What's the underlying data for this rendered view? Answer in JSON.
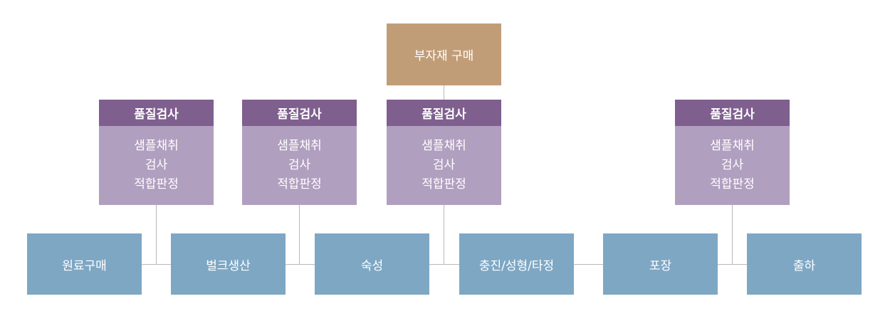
{
  "purchase": {
    "label": "부자재 구매"
  },
  "qc_title": "품질검사",
  "qc_lines": [
    "샘플채취",
    "검사",
    "적합판정"
  ],
  "steps": [
    "원료구매",
    "벌크생산",
    "숙성",
    "충진/성형/타정",
    "포장",
    "출하"
  ],
  "colors": {
    "purchase": "#c19d77",
    "qc_header": "#7e5f8e",
    "qc_body": "#b19fbf",
    "process_step": "#7ea7c4",
    "connector": "#b9b9b9"
  }
}
